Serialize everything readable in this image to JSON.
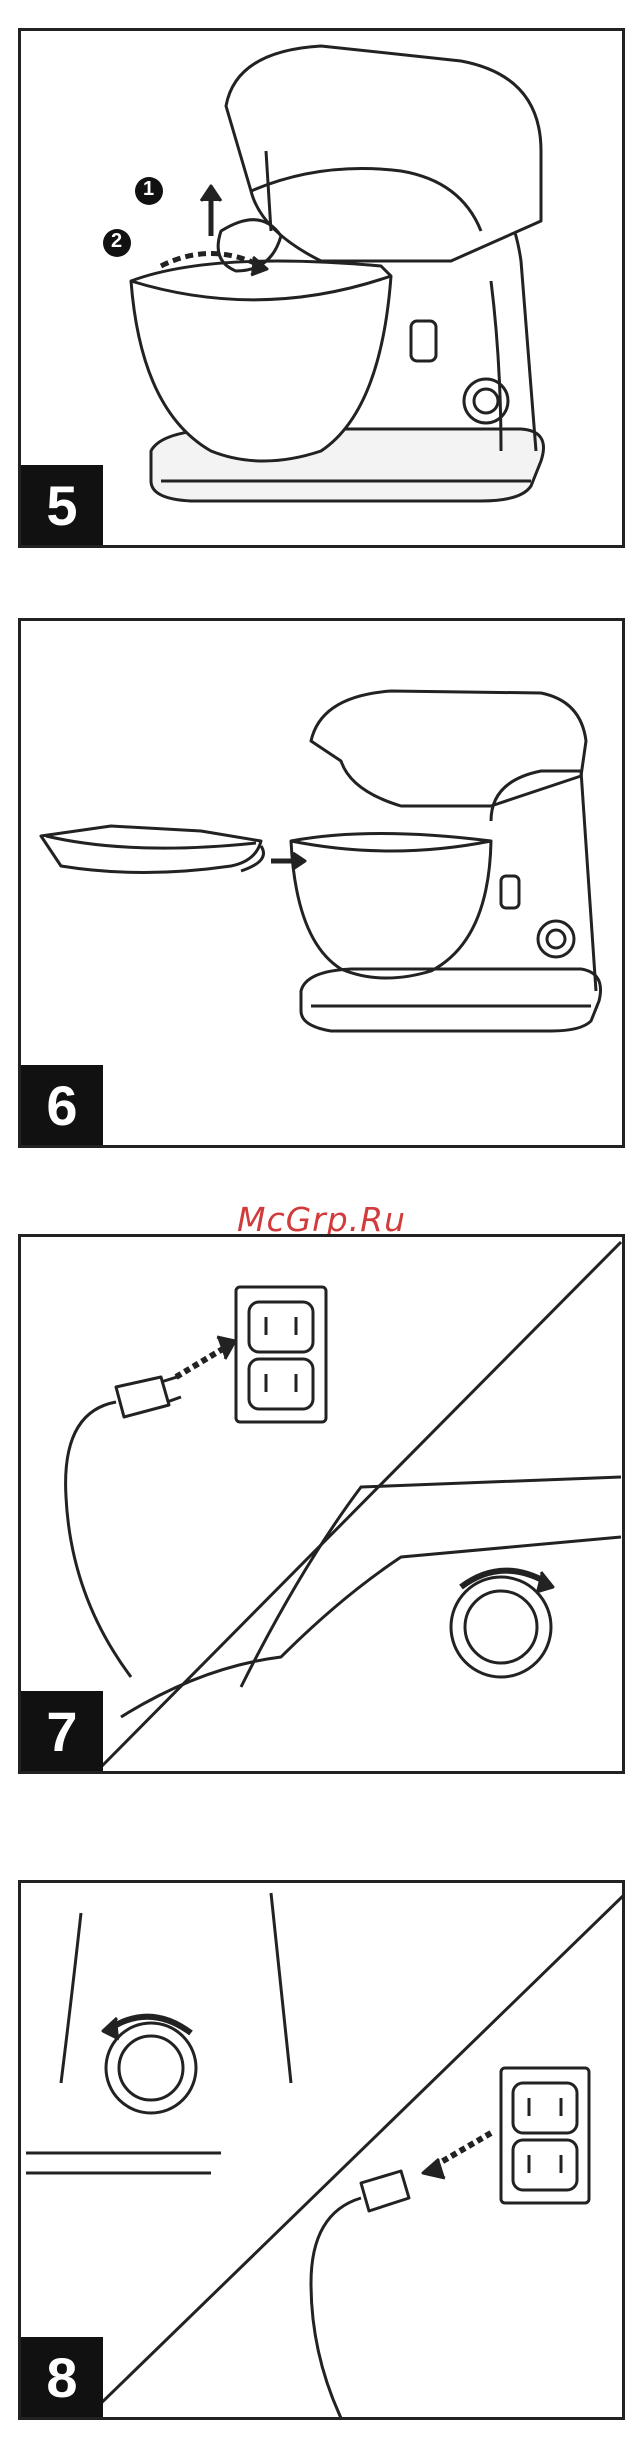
{
  "watermark": "McGrp.Ru",
  "steps": [
    {
      "number": "5",
      "markers": [
        "1",
        "2"
      ],
      "icon": "mixer-attach-beater"
    },
    {
      "number": "6",
      "icon": "mixer-attach-splash-guard"
    },
    {
      "number": "7",
      "icon": "plug-in-and-turn-dial-on"
    },
    {
      "number": "8",
      "icon": "turn-dial-off-and-unplug"
    }
  ]
}
